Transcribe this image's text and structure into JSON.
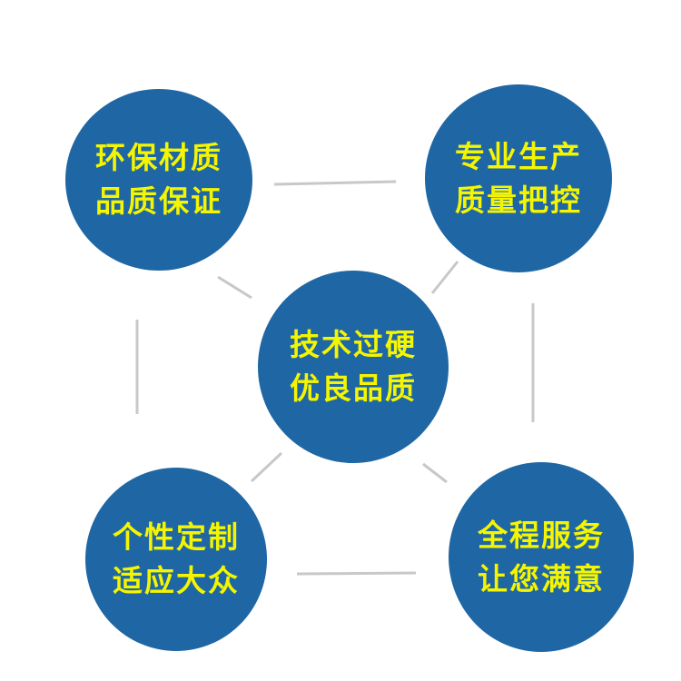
{
  "colors": {
    "node_fill": "#1e67a4",
    "node_text": "#f5f500",
    "connector": "#c8c8c8"
  },
  "nodes": {
    "top_left": {
      "line1": "环保材质",
      "line2": "品质保证"
    },
    "top_right": {
      "line1": "专业生产",
      "line2": "质量把控"
    },
    "center": {
      "line1": "技术过硬",
      "line2": "优良品质"
    },
    "bottom_left": {
      "line1": "个性定制",
      "line2": "适应大众"
    },
    "bottom_right": {
      "line1": "全程服务",
      "line2": "让您满意"
    }
  }
}
